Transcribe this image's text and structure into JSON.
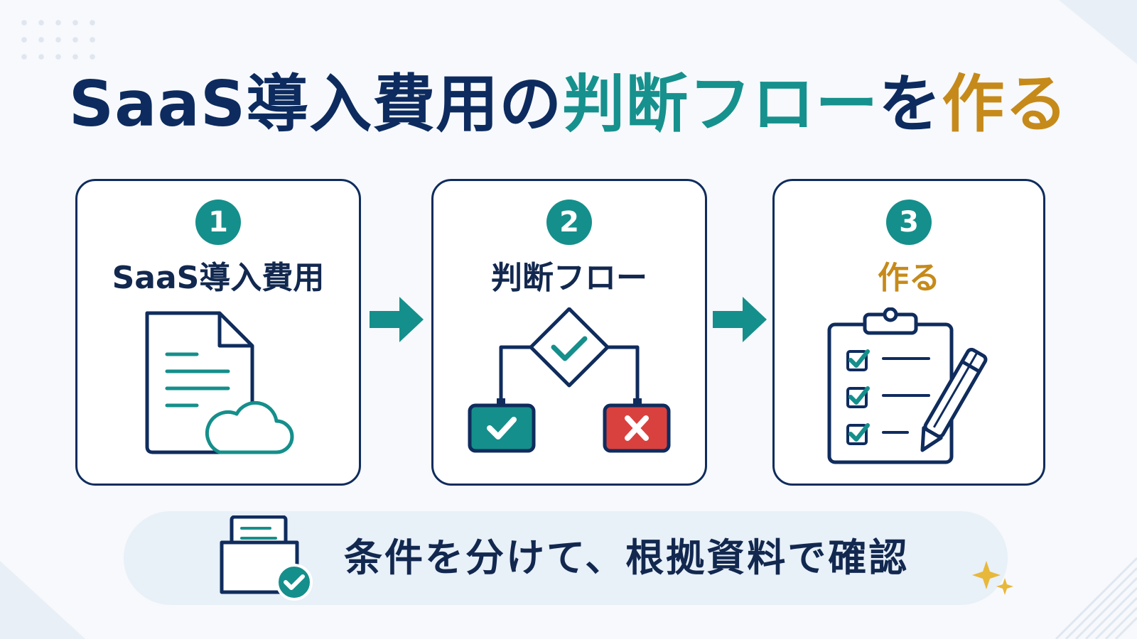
{
  "title": {
    "part1": "SaaS導入費用の",
    "part2": "判断フロー",
    "part3": "を",
    "part4": "作る"
  },
  "steps": [
    {
      "number": "1",
      "label": "SaaS導入費用",
      "icon": "document-cloud-icon"
    },
    {
      "number": "2",
      "label": "判断フロー",
      "icon": "decision-flow-icon"
    },
    {
      "number": "3",
      "label": "作る",
      "icon": "clipboard-checklist-icon"
    }
  ],
  "banner": {
    "text": "条件を分けて、根拠資料で確認",
    "icon": "document-tray-check-icon"
  },
  "colors": {
    "navy": "#0f2c5d",
    "teal": "#158f8b",
    "gold": "#c68a1a",
    "red": "#d9413f"
  }
}
